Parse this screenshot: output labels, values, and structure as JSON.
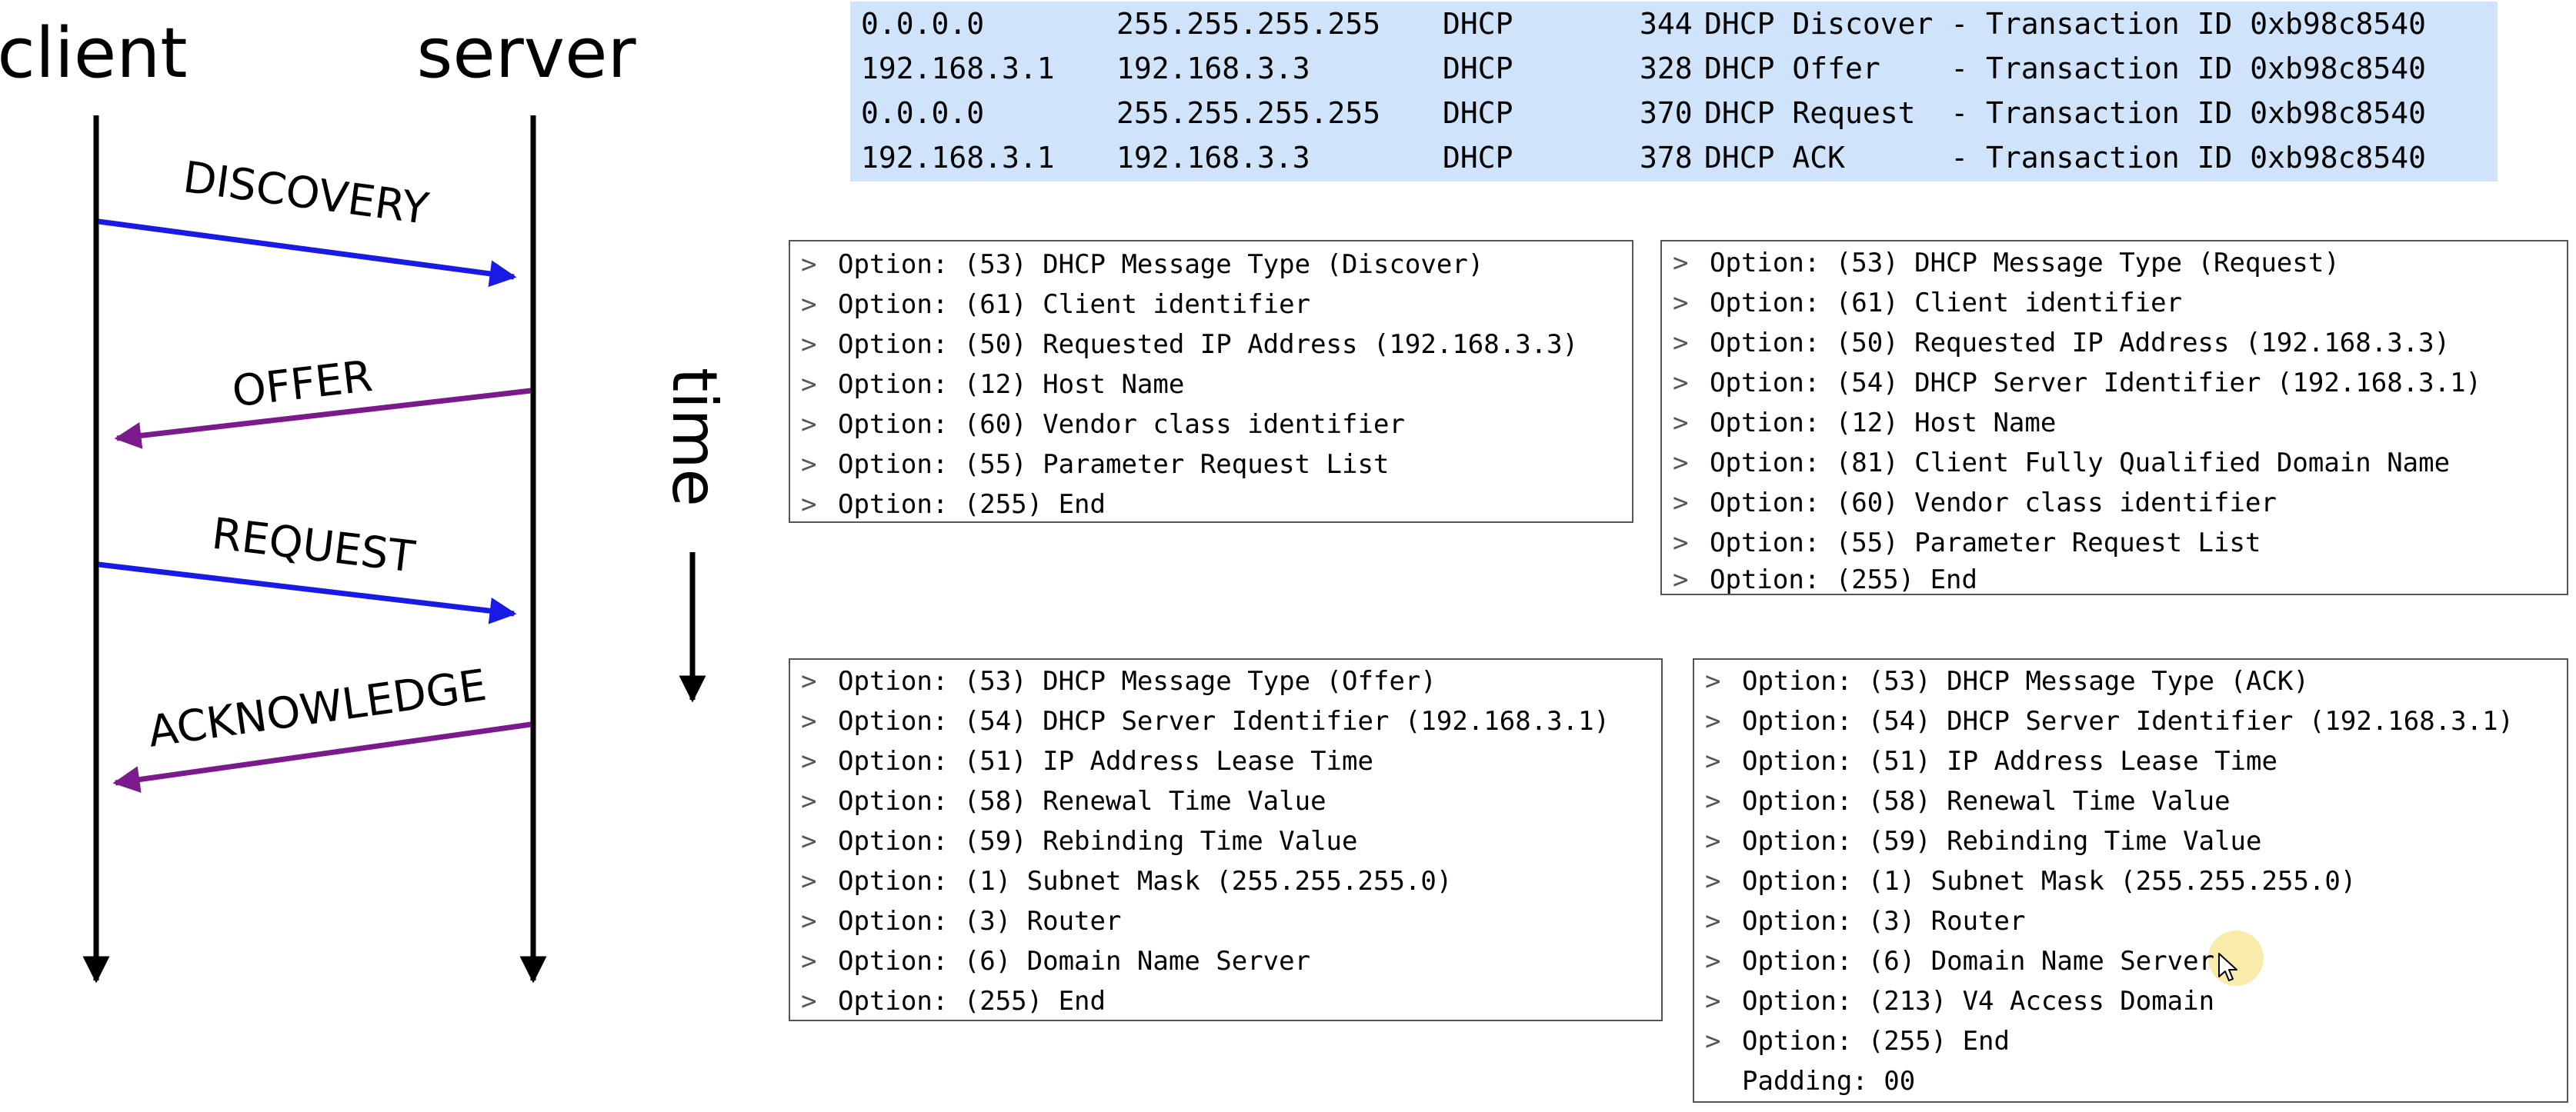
{
  "diagram": {
    "client_label": "client",
    "server_label": "server",
    "time_label": "time",
    "messages": [
      {
        "label": "DISCOVERY",
        "direction": "client-to-server",
        "color": "#1a1ae6"
      },
      {
        "label": "OFFER",
        "direction": "server-to-client",
        "color": "#7a1a8c"
      },
      {
        "label": "REQUEST",
        "direction": "client-to-server",
        "color": "#1a1ae6"
      },
      {
        "label": "ACKNOWLEDGE",
        "direction": "server-to-client",
        "color": "#7a1a8c"
      }
    ]
  },
  "packets": {
    "rows": [
      {
        "src": "0.0.0.0",
        "dst": "255.255.255.255",
        "proto": "DHCP",
        "len": "344",
        "info": "DHCP Discover - Transaction ID 0xb98c8540"
      },
      {
        "src": "192.168.3.1",
        "dst": "192.168.3.3",
        "proto": "DHCP",
        "len": "328",
        "info": "DHCP Offer    - Transaction ID 0xb98c8540"
      },
      {
        "src": "0.0.0.0",
        "dst": "255.255.255.255",
        "proto": "DHCP",
        "len": "370",
        "info": "DHCP Request  - Transaction ID 0xb98c8540"
      },
      {
        "src": "192.168.3.1",
        "dst": "192.168.3.3",
        "proto": "DHCP",
        "len": "378",
        "info": "DHCP ACK      - Transaction ID 0xb98c8540"
      }
    ]
  },
  "panels": {
    "discover": [
      "Option: (53) DHCP Message Type (Discover)",
      "Option: (61) Client identifier",
      "Option: (50) Requested IP Address (192.168.3.3)",
      "Option: (12) Host Name",
      "Option: (60) Vendor class identifier",
      "Option: (55) Parameter Request List",
      "Option: (255) End"
    ],
    "request": [
      "Option: (53) DHCP Message Type (Request)",
      "Option: (61) Client identifier",
      "Option: (50) Requested IP Address (192.168.3.3)",
      "Option: (54) DHCP Server Identifier (192.168.3.1)",
      "Option: (12) Host Name",
      "Option: (81) Client Fully Qualified Domain Name",
      "Option: (60) Vendor class identifier",
      "Option: (55) Parameter Request List",
      "Option: (255) End"
    ],
    "offer": [
      "Option: (53) DHCP Message Type (Offer)",
      "Option: (54) DHCP Server Identifier (192.168.3.1)",
      "Option: (51) IP Address Lease Time",
      "Option: (58) Renewal Time Value",
      "Option: (59) Rebinding Time Value",
      "Option: (1) Subnet Mask (255.255.255.0)",
      "Option: (3) Router",
      "Option: (6) Domain Name Server",
      "Option: (255) End"
    ],
    "ack": [
      "Option: (53) DHCP Message Type (ACK)",
      "Option: (54) DHCP Server Identifier (192.168.3.1)",
      "Option: (51) IP Address Lease Time",
      "Option: (58) Renewal Time Value",
      "Option: (59) Rebinding Time Value",
      "Option: (1) Subnet Mask (255.255.255.0)",
      "Option: (3) Router",
      "Option: (6) Domain Name Server",
      "Option: (213) V4 Access Domain",
      "Option: (255) End"
    ],
    "ack_padding": "Padding: 00",
    "expander_glyph": ">"
  }
}
